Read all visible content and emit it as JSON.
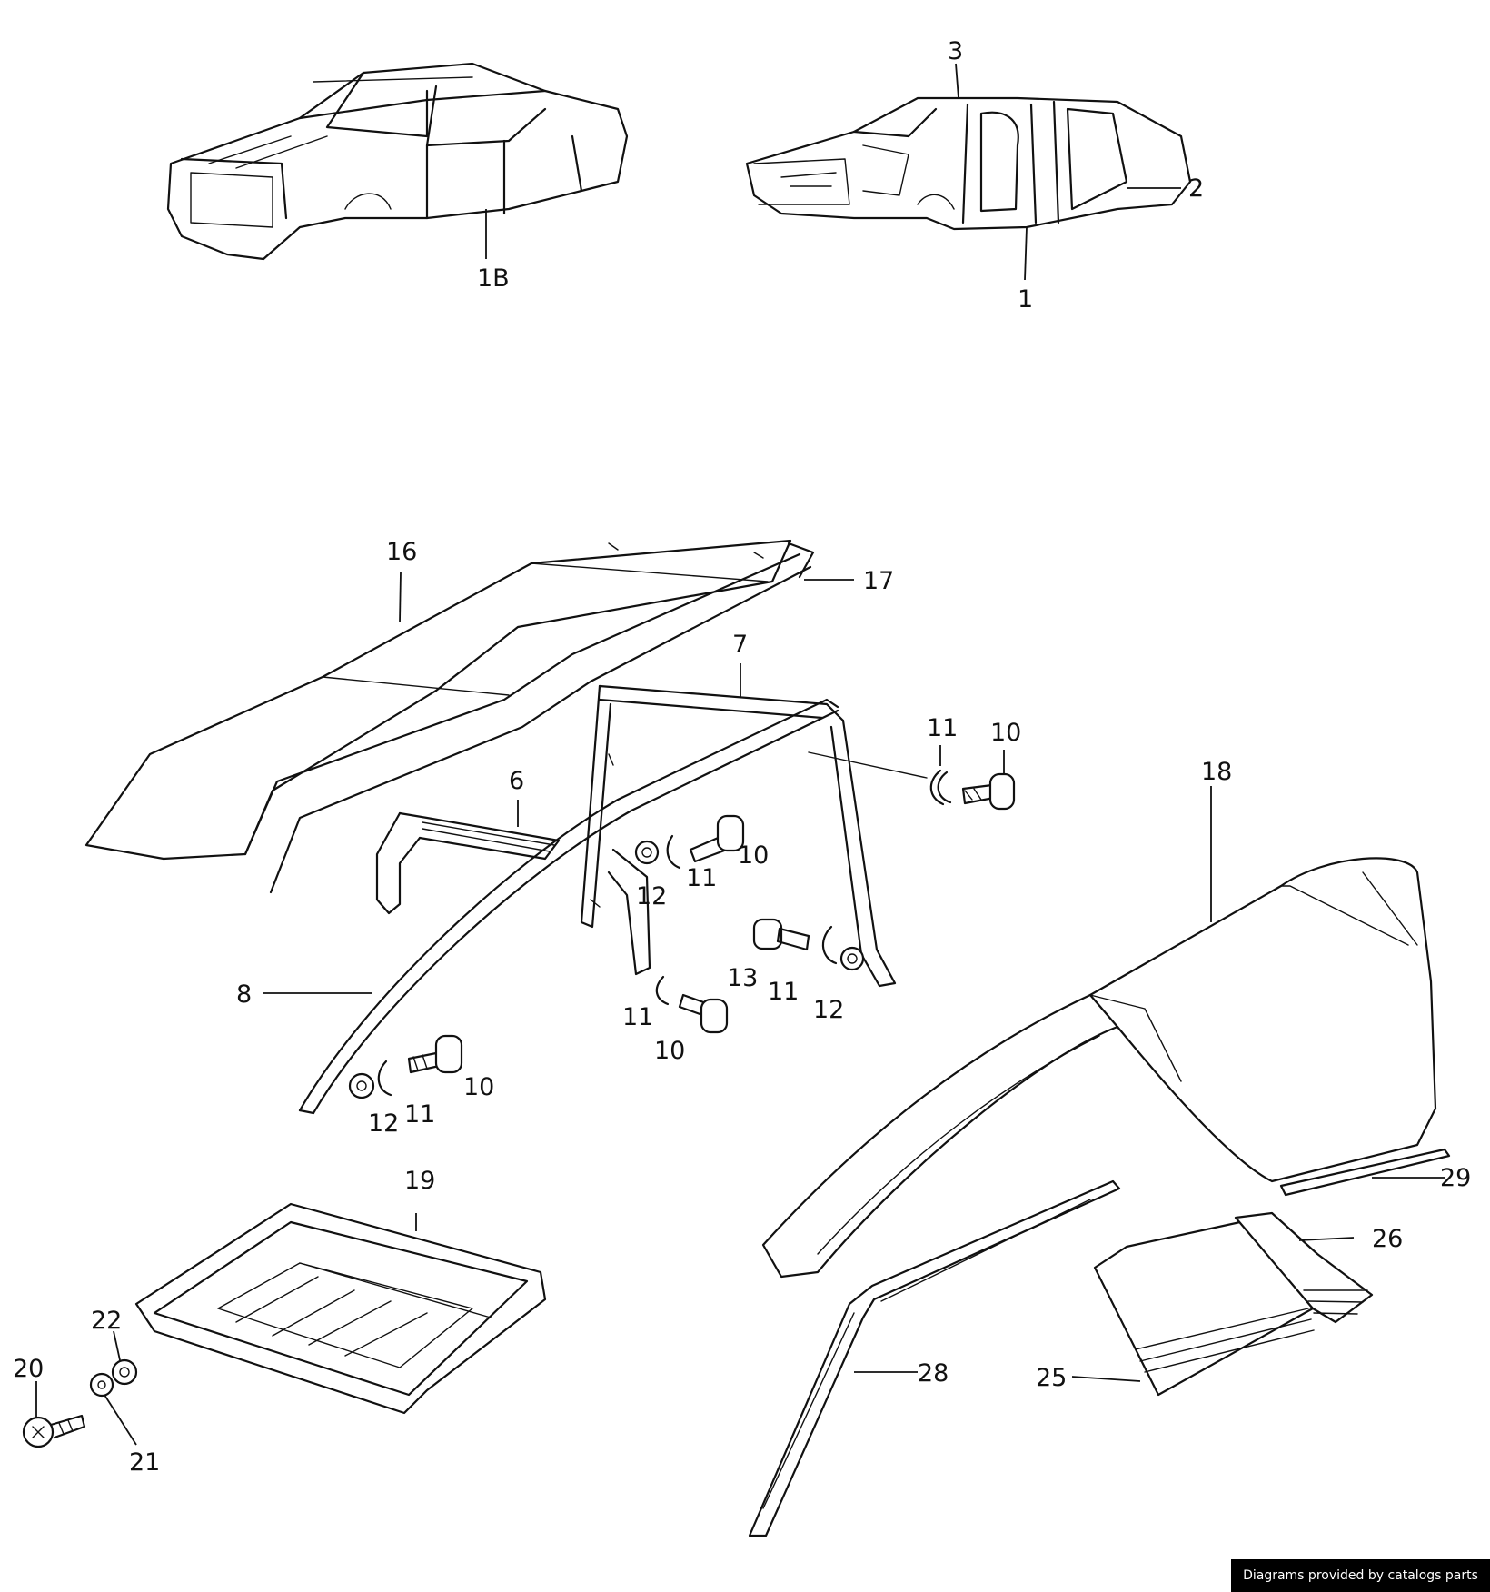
{
  "labels": {
    "l1B": "1B",
    "l3": "3",
    "l2": "2",
    "l1": "1",
    "l16": "16",
    "l17": "17",
    "l7": "7",
    "l11a": "11",
    "l10a": "10",
    "l6": "6",
    "l10b": "10",
    "l11b": "11",
    "l12a": "12",
    "l18": "18",
    "l13": "13",
    "l11c": "11",
    "l12b": "12",
    "l8": "8",
    "l11d": "11",
    "l10c": "10",
    "l10d": "10",
    "l12c": "12",
    "l11e": "11",
    "l19": "19",
    "l29": "29",
    "l26": "26",
    "l22": "22",
    "l20": "20",
    "l21": "21",
    "l28": "28",
    "l25": "25"
  },
  "credit": "Diagrams provided by catalogs parts"
}
